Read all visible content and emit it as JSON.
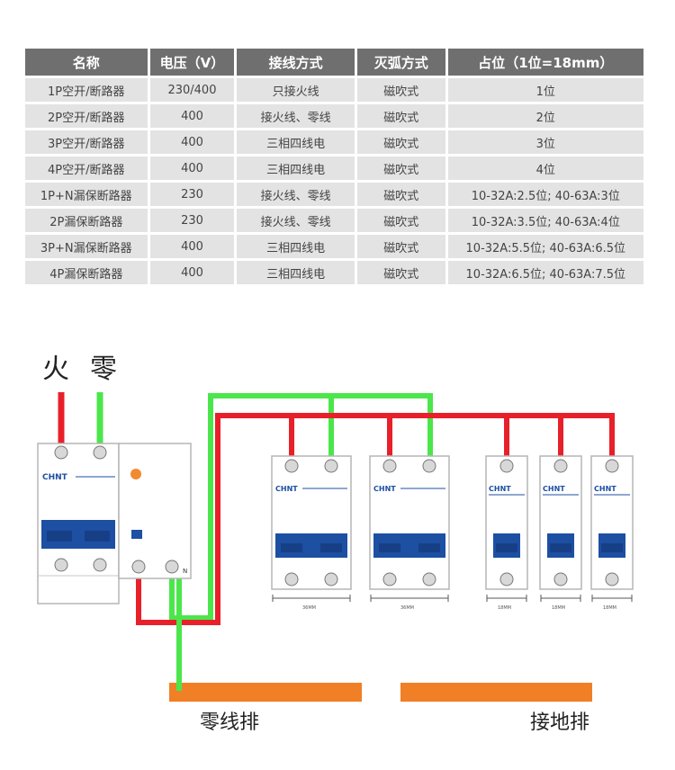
{
  "table": {
    "headers": [
      "名称",
      "电压（V）",
      "接线方式",
      "灭弧方式",
      "占位（1位=18mm）"
    ],
    "rows": [
      [
        "1P空开/断路器",
        "230/400",
        "只接火线",
        "磁吹式",
        "1位"
      ],
      [
        "2P空开/断路器",
        "400",
        "接火线、零线",
        "磁吹式",
        "2位"
      ],
      [
        "3P空开/断路器",
        "400",
        "三相四线电",
        "磁吹式",
        "3位"
      ],
      [
        "4P空开/断路器",
        "400",
        "三相四线电",
        "磁吹式",
        "4位"
      ],
      [
        "1P+N漏保断路器",
        "230",
        "接火线、零线",
        "磁吹式",
        "10-32A:2.5位; 40-63A:3位"
      ],
      [
        "2P漏保断路器",
        "230",
        "接火线、零线",
        "磁吹式",
        "10-32A:3.5位; 40-63A:4位"
      ],
      [
        "3P+N漏保断路器",
        "400",
        "三相四线电",
        "磁吹式",
        "10-32A:5.5位; 40-63A:6.5位"
      ],
      [
        "4P漏保断路器",
        "400",
        "三相四线电",
        "磁吹式",
        "10-32A:6.5位; 40-63A:7.5位"
      ]
    ]
  },
  "diagram": {
    "live_label": "火",
    "neutral_label": "零",
    "brand": "CHNT",
    "n_marker": "N",
    "width_2p": "36MM",
    "width_1p": "18MM",
    "neutral_bar_label": "零线排",
    "ground_bar_label": "接地排"
  },
  "colors": {
    "header_bg": "#6f6f6f",
    "cell_bg": "#e3e3e3",
    "live_wire": "#e8202a",
    "neutral_wire": "#4be64b",
    "breaker_blue": "#1d4fa3",
    "busbar_orange": "#f07f26",
    "indicator_orange": "#f28a30"
  }
}
